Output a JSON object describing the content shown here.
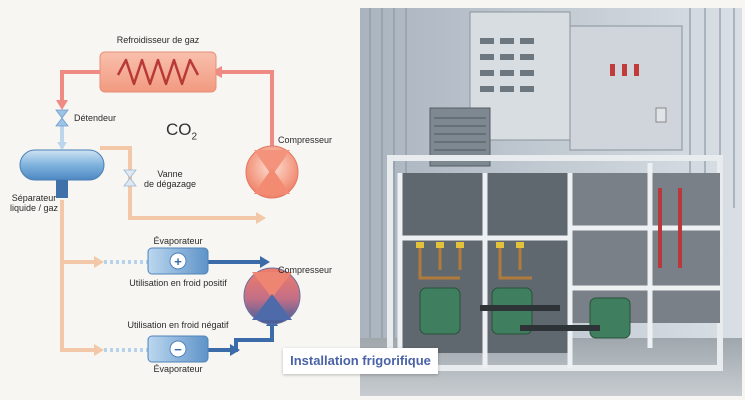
{
  "diagram": {
    "formula": "CO",
    "formula_sub": "2",
    "labels": {
      "gas_cooler": "Refroidisseur de gaz",
      "expansion_valve": "Détendeur",
      "compressor_top": "Compresseur",
      "separator_line1": "Séparateur",
      "separator_line2": "liquide / gaz",
      "degassing_valve_line1": "Vanne",
      "degassing_valve_line2": "de dégazage",
      "evaporator_positive": "Évaporateur",
      "positive_use": "Utilisation en froid positif",
      "compressor_bottom": "Compresseur",
      "negative_use": "Utilisation en froid négatif",
      "evaporator_negative": "Évaporateur"
    },
    "evaporator_positive_symbol": "+",
    "evaporator_negative_symbol": "−",
    "colors": {
      "hot_line": "#ef8a85",
      "cool_line": "#9fc4e3",
      "warm_line": "#f3c8a8",
      "dark_line": "#3b6ba8",
      "gas_cooler_fill": "#f6a58f",
      "evaporator_fill": "#9cc2e6"
    }
  },
  "photo": {
    "caption": "Installation frigorifique"
  }
}
